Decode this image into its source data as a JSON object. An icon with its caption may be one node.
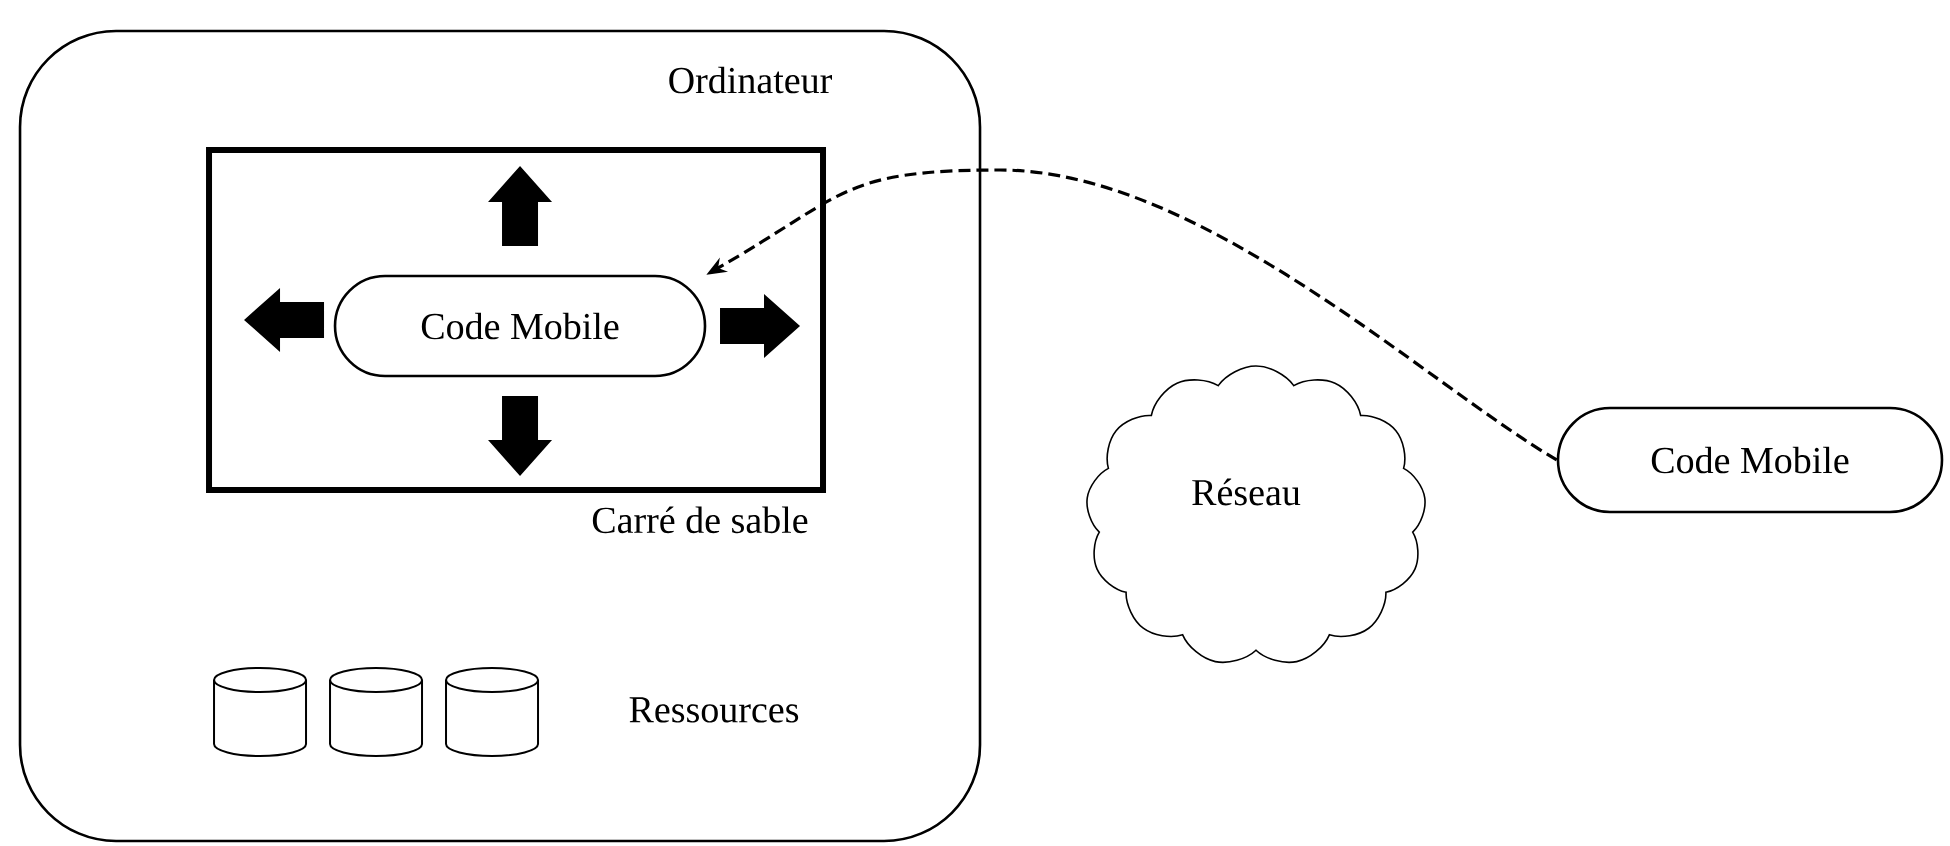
{
  "diagram": {
    "nodes": [
      {
        "text": [
          "Ordinateur"
        ]
      },
      {
        "text": [
          "Carré de sable"
        ],
        "in": 0
      },
      {
        "text": [
          "Code Mobile"
        ],
        "in": 1
      },
      {
        "text": [
          "Réseau"
        ]
      },
      {
        "text": [
          "Code Mobile"
        ]
      }
    ],
    "edges": [
      {
        "from": 4,
        "to": 2,
        "arrow": "to",
        "style": "dashed"
      }
    ],
    "labels": [
      "Ressources"
    ]
  }
}
